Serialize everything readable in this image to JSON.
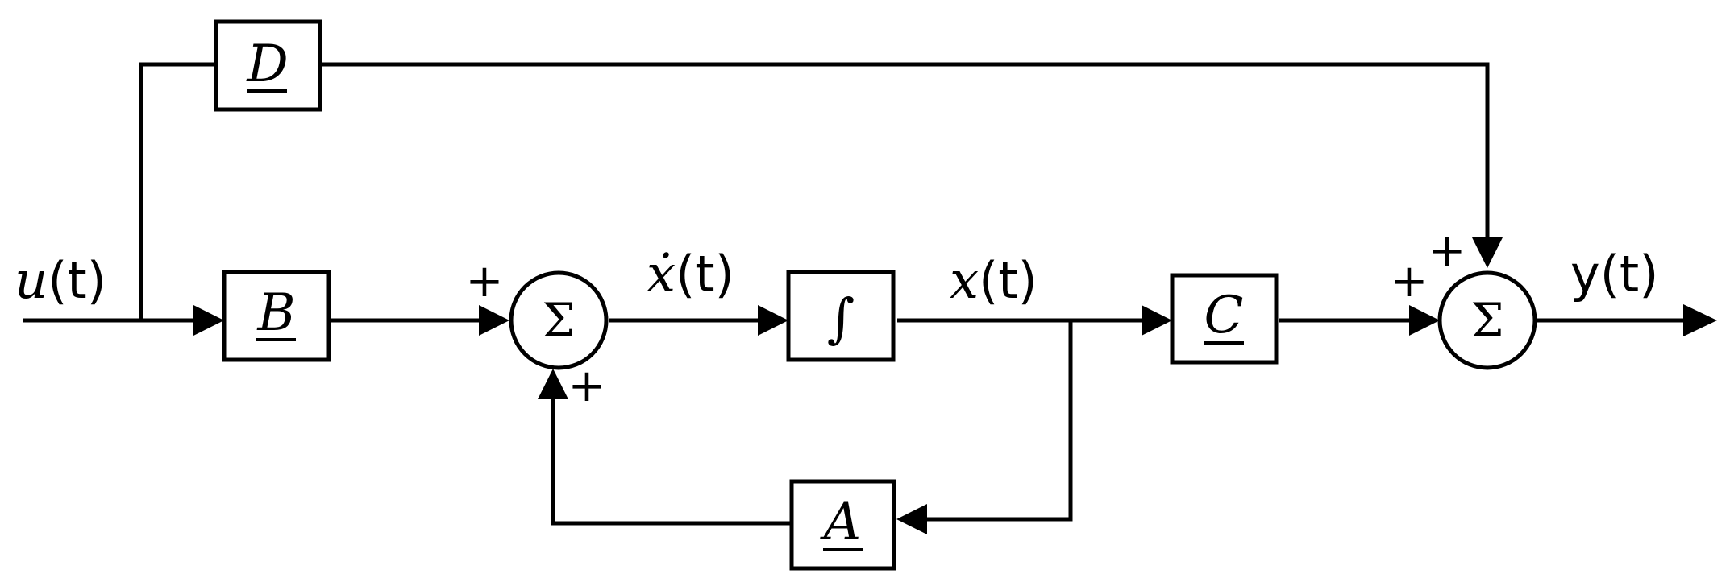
{
  "blocks": {
    "D": "D",
    "B": "B",
    "integrator": "∫",
    "C": "C",
    "A": "A"
  },
  "summing_junctions": {
    "state_sum_symbol": "Σ",
    "output_sum_symbol": "Σ"
  },
  "signs": {
    "state_sum_top": "+",
    "state_sum_bottom": "+",
    "output_sum_left": "+",
    "output_sum_top": "+"
  },
  "signals": {
    "input": {
      "var": "u",
      "arg": "(t)"
    },
    "state_derivative": {
      "var": "ẋ",
      "arg": "(t)"
    },
    "state": {
      "var": "x",
      "arg": "(t)"
    },
    "output": {
      "var": "y",
      "arg": "(t)"
    }
  }
}
